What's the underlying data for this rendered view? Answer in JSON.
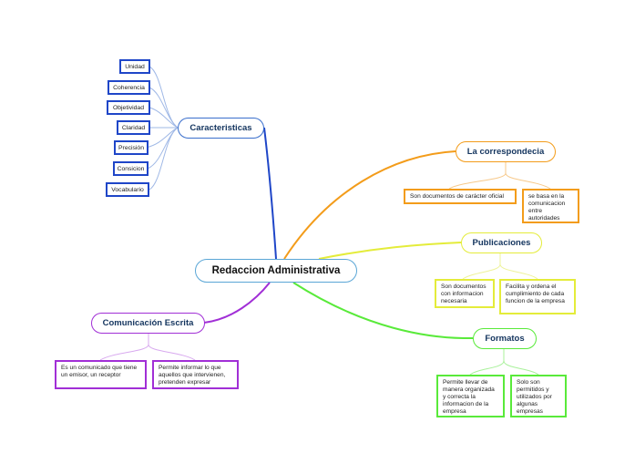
{
  "central": {
    "label": "Redaccion Administrativa"
  },
  "branches": {
    "caracteristicas": {
      "label": "Caracteristicas",
      "color": "#1f46c8",
      "items": [
        "Unidad",
        "Coherencia",
        "Objetividad",
        "Claridad",
        "Precisión",
        "Consicion",
        "Vocabulario"
      ]
    },
    "correspondencia": {
      "label": "La correspondecia",
      "color": "#f39c1a",
      "items": [
        "Son documentos de carácter oficial",
        "se basa en la comunicacion entre autoridades"
      ]
    },
    "publicaciones": {
      "label": "Publicaciones",
      "color": "#e4ec3a",
      "items": [
        "Son documentos con informacion necesaria",
        "Facilita y ordena el cumplimiento de cada funcion de la empresa"
      ]
    },
    "formatos": {
      "label": "Formatos",
      "color": "#59ea3a",
      "items": [
        "Permite llevar de manera organizada y correcta la informacion de la empresa",
        "Solo son permitidos y utilizados por algunas empresas"
      ]
    },
    "comunicacion": {
      "label": "Comunicación Escrita",
      "color": "#a12fd6",
      "items": [
        "Es un comunicado que tiene un emisor, un receptor",
        "Permite informar lo que aquellos que intervienen, pretenden expresar"
      ]
    }
  }
}
